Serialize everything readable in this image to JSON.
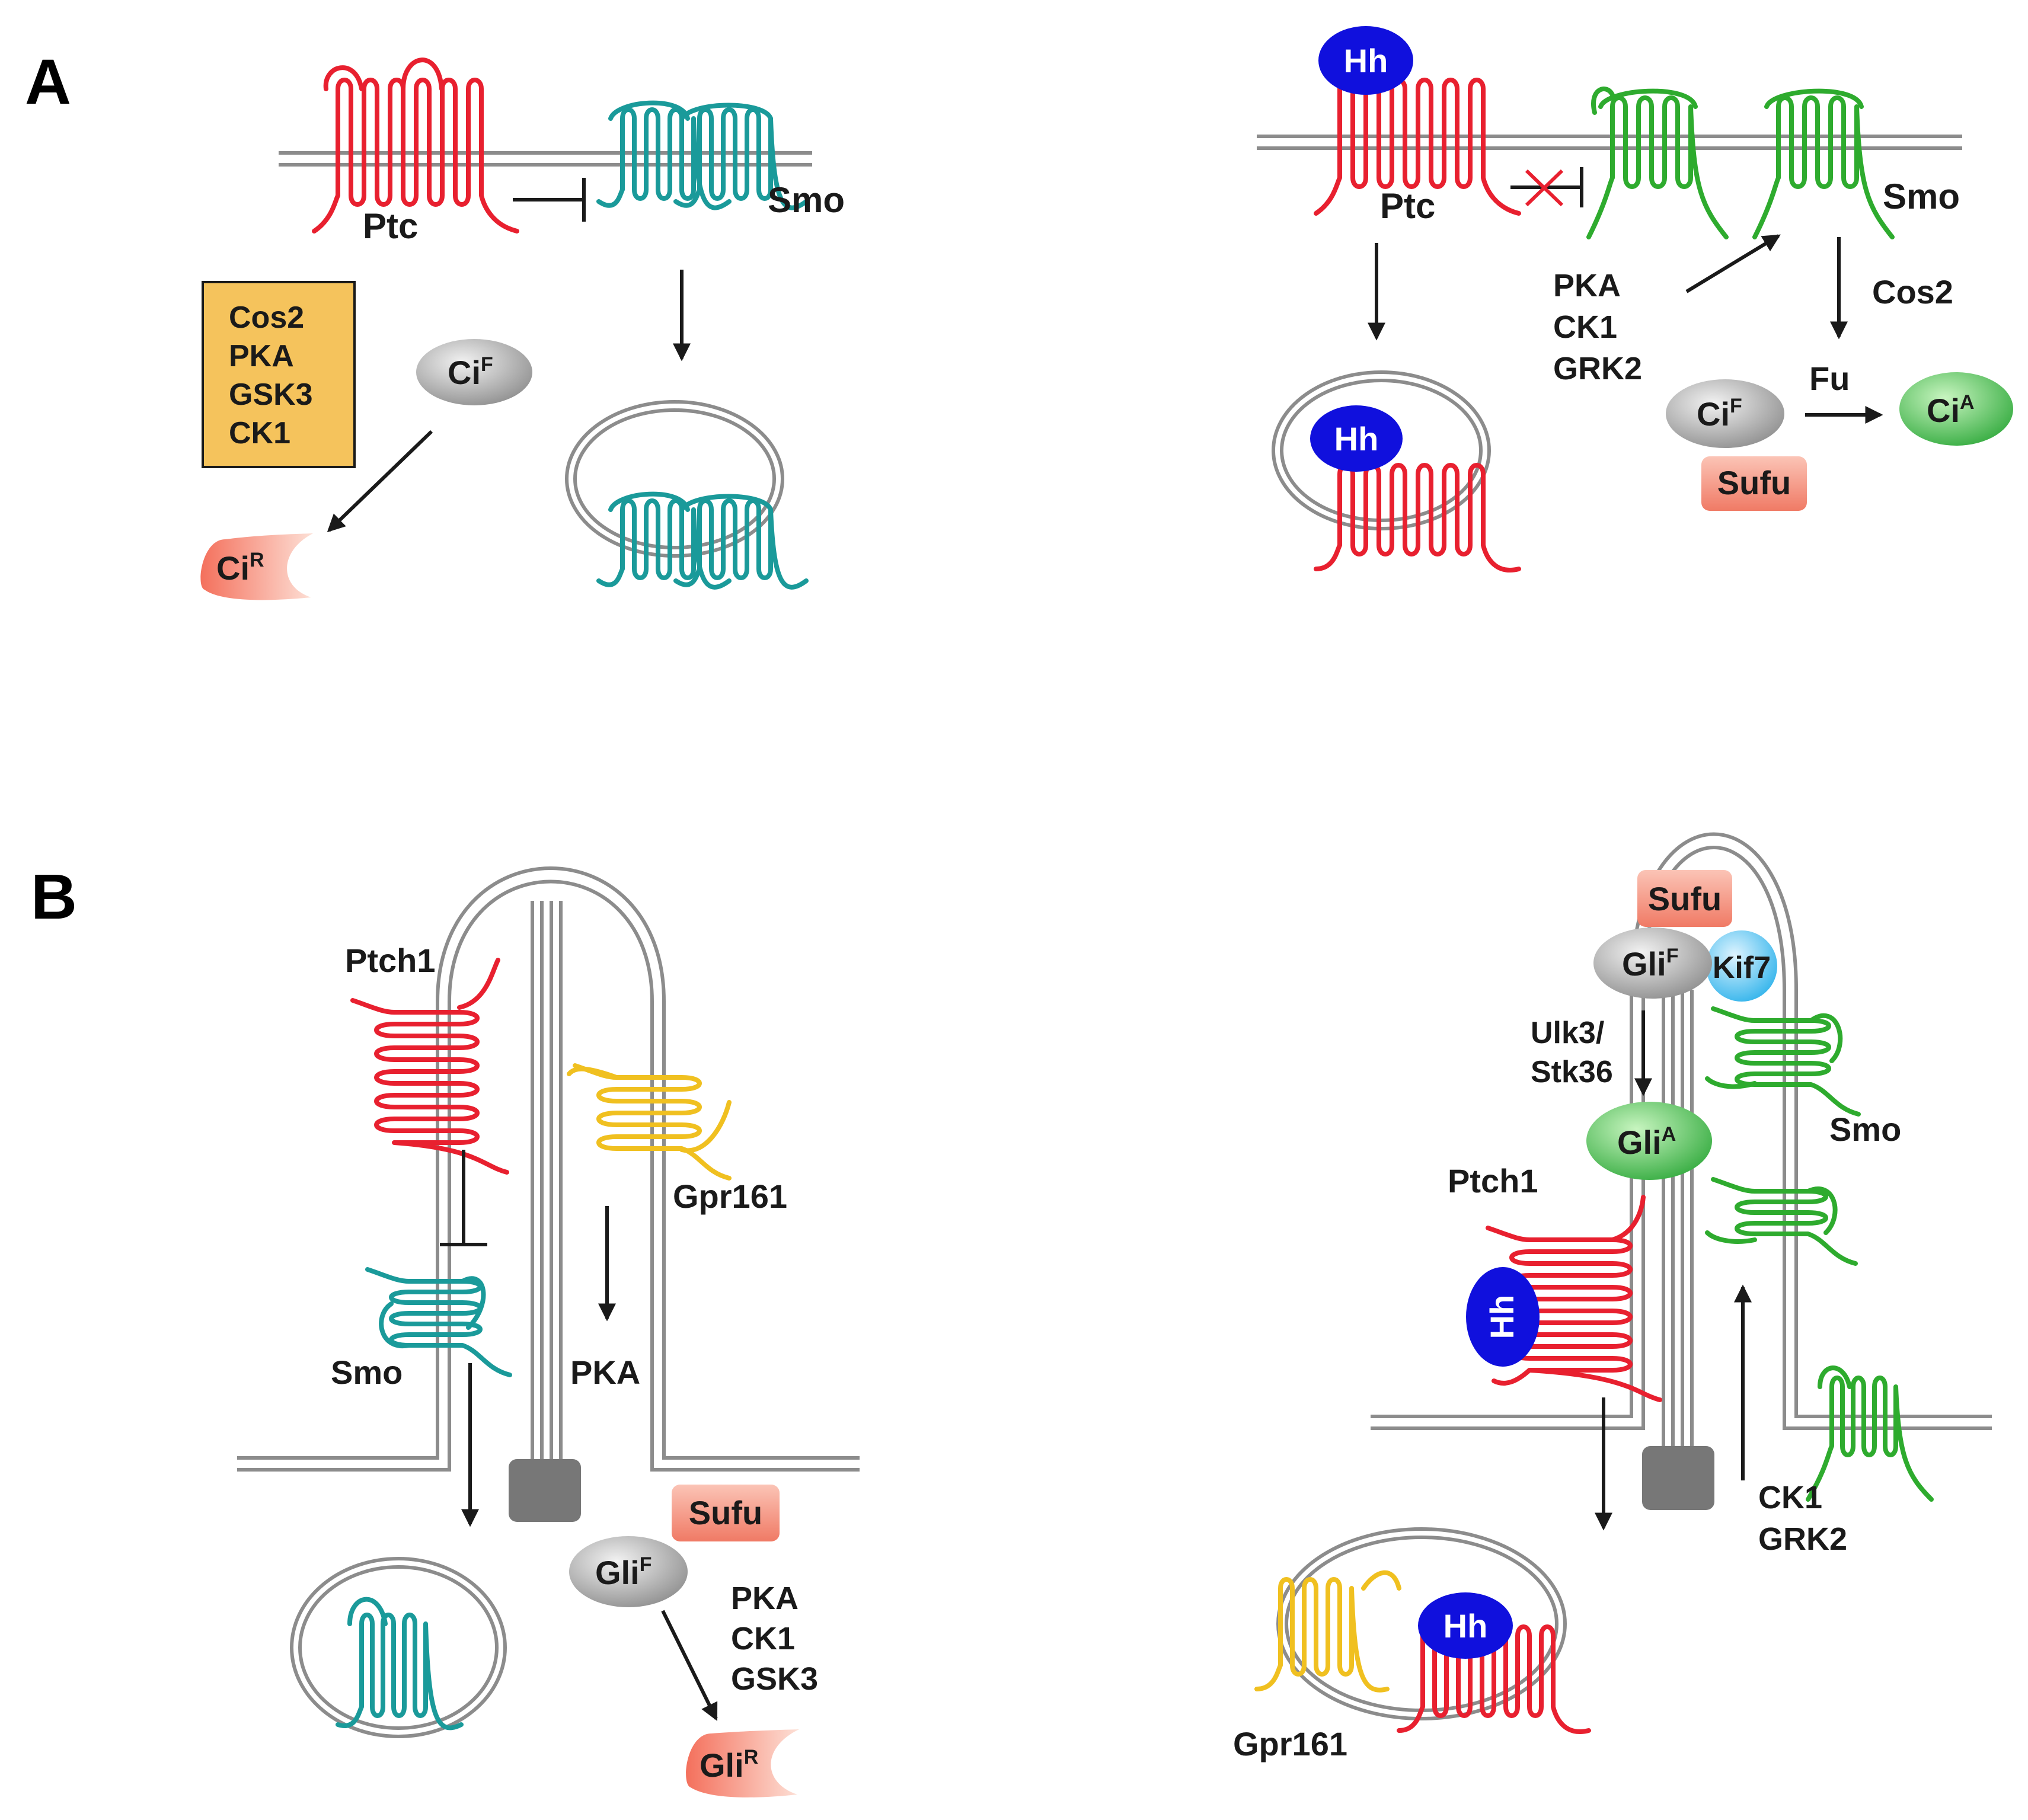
{
  "panel_a": {
    "letter": "A",
    "off": {
      "ptc": "Ptc",
      "smo": "Smo",
      "box": [
        "Cos2",
        "PKA",
        "GSK3",
        "CK1"
      ],
      "ci": "Ci",
      "ci_sup": "F",
      "cir": "Ci",
      "cir_sup": "R"
    },
    "on": {
      "hh": "Hh",
      "ptc": "Ptc",
      "smo": "Smo",
      "kinases": [
        "PKA",
        "CK1",
        "GRK2"
      ],
      "cos2": "Cos2",
      "fu": "Fu",
      "ci": "Ci",
      "ci_sup": "F",
      "sufu": "Sufu",
      "cia": "Ci",
      "cia_sup": "A",
      "hh_vesicle": "Hh"
    }
  },
  "panel_b": {
    "letter": "B",
    "off": {
      "ptch1": "Ptch1",
      "gpr161": "Gpr161",
      "smo": "Smo",
      "pka": "PKA",
      "sufu": "Sufu",
      "gli": "Gli",
      "gli_sup": "F",
      "kinases": [
        "PKA",
        "CK1",
        "GSK3"
      ],
      "glir": "Gli",
      "glir_sup": "R"
    },
    "on": {
      "sufu": "Sufu",
      "gli": "Gli",
      "gli_sup": "F",
      "kif7": "Kif7",
      "ulk3": "Ulk3/",
      "stk36": "Stk36",
      "glia": "Gli",
      "glia_sup": "A",
      "smo": "Smo",
      "ptch1": "Ptch1",
      "hh": "Hh",
      "kinases": [
        "CK1",
        "GRK2"
      ],
      "gpr161": "Gpr161",
      "hh_vesicle": "Hh"
    }
  },
  "colors": {
    "ptc": "#e8202f",
    "smo_off": "#1a9a9a",
    "smo_on": "#2eab2e",
    "gpr161": "#f0c020",
    "hh": "#1010dd",
    "membrane": "#8c8c8c",
    "box": "#f5c35c"
  }
}
